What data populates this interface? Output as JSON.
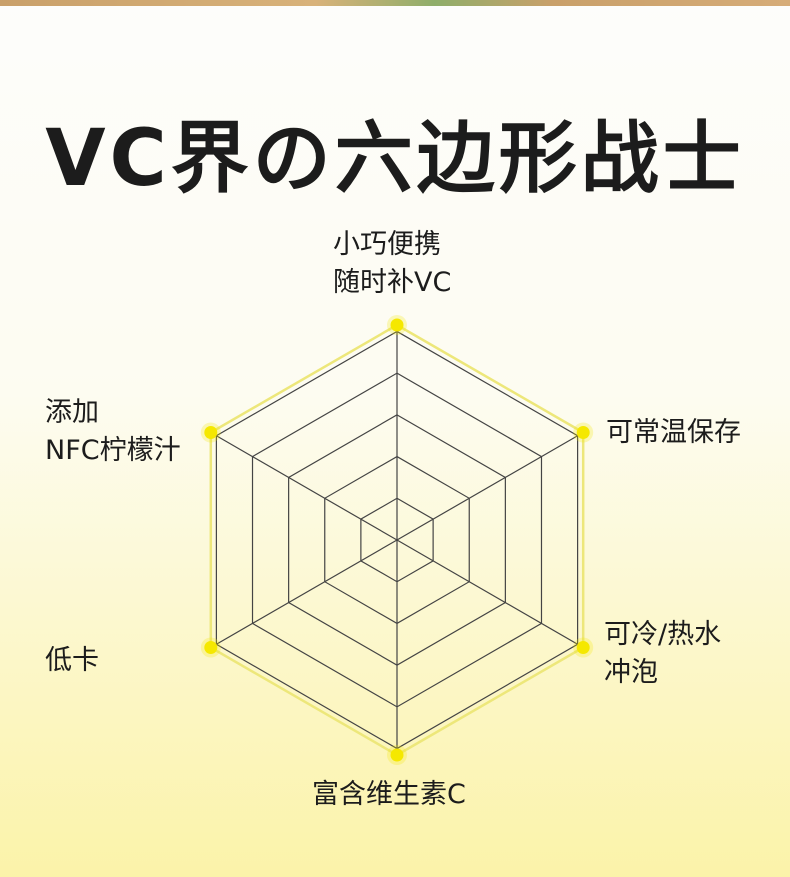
{
  "title": "VC界の六边形战士",
  "colors": {
    "accent": "#f5e800",
    "grid": "#444444",
    "outline": "#ede77a"
  },
  "chart_data": {
    "type": "radar",
    "axes": [
      {
        "lines": [
          "小巧便携",
          "随时补VC"
        ]
      },
      {
        "lines": [
          "可常温保存"
        ]
      },
      {
        "lines": [
          "可冷/热水",
          "冲泡"
        ]
      },
      {
        "lines": [
          "富含维生素C"
        ]
      },
      {
        "lines": [
          "低卡"
        ]
      },
      {
        "lines": [
          "添加",
          "NFC柠檬汁"
        ]
      }
    ],
    "rings": 5,
    "values": [
      1,
      1,
      1,
      1,
      1,
      1
    ],
    "vmax": 1
  }
}
